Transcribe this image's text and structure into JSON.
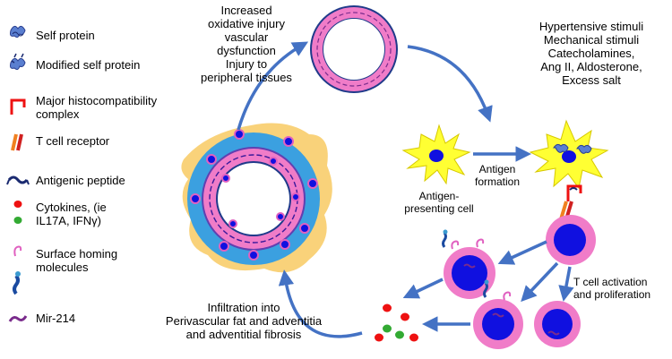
{
  "legend": [
    {
      "label": "Self protein",
      "icon": "self-protein-icon"
    },
    {
      "label": "Modified self protein",
      "icon": "modified-self-protein-icon"
    },
    {
      "label": "Major histocompatibility complex",
      "icon": "mhc-icon"
    },
    {
      "label": "T cell receptor",
      "icon": "t-cell-receptor-icon"
    },
    {
      "label": "Antigenic peptide",
      "icon": "antigenic-peptide-icon"
    },
    {
      "label": "Cytokines, (ie IL17A, IFNγ)",
      "icon": "cytokines-icon"
    },
    {
      "label": "Surface homing molecules",
      "icon": "surface-homing-molecule-icon"
    },
    {
      "label": "Mir-214",
      "icon": "mir-214-icon"
    }
  ],
  "labels": {
    "injury": [
      "Increased",
      "oxidative injury",
      "vascular",
      "dysfunction",
      "Injury to",
      "peripheral tissues"
    ],
    "stimuli": [
      "Hypertensive stimuli",
      "Mechanical stimuli",
      "Catecholamines,",
      "Ang II, Aldosterone,",
      "Excess salt"
    ],
    "antigen_formation": [
      "Antigen",
      "formation"
    ],
    "apc": [
      "Antigen-",
      "presenting cell"
    ],
    "t_cell_activation": [
      "T cell activation",
      "and proliferation"
    ],
    "infiltration": [
      "Infiltration into",
      "Perivascular fat and adventitia",
      "and adventitial fibrosis"
    ]
  },
  "colors": {
    "arrow": "#4472C4",
    "vessel_pink": "#F07CC8",
    "vessel_blue": "#3BA0E0",
    "fat": "#F9D27A",
    "apc_yellow": "#FFFF33",
    "nucleus": "#1010E0",
    "cytokine_red": "#EE1111",
    "cytokine_green": "#33AA33",
    "mhc_red": "#EE1111",
    "mir_purple": "#7A2C8C"
  }
}
